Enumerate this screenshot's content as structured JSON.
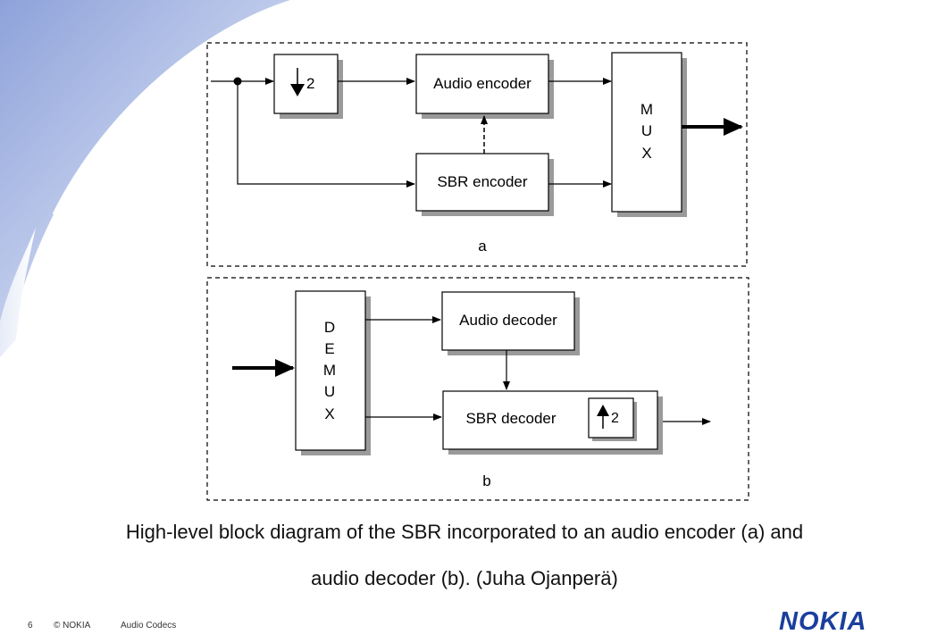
{
  "diagram": {
    "panel_a": {
      "downsample_label": "2",
      "audio_encoder_label": "Audio encoder",
      "sbr_encoder_label": "SBR encoder",
      "mux_letters": [
        "M",
        "U",
        "X"
      ],
      "panel_label": "a"
    },
    "panel_b": {
      "demux_letters": [
        "D",
        "E",
        "M",
        "U",
        "X"
      ],
      "audio_decoder_label": "Audio decoder",
      "sbr_decoder_label": "SBR decoder",
      "upsample_label": "2",
      "panel_label": "b"
    }
  },
  "caption": {
    "line1": "High-level block diagram of the SBR incorporated to an audio encoder (a) and",
    "line2": "audio decoder (b). (Juha Ojanperä)"
  },
  "footer": {
    "page_number": "6",
    "copyright": "© NOKIA",
    "deck_title": "Audio Codecs",
    "logo_text": "NOKIA"
  },
  "colors": {
    "brand_blue": "#1a3f9c",
    "swoosh_light": "#dfe6f6",
    "swoosh_mid": "#9fb1e0",
    "block_shadow": "#9a9a9a"
  }
}
